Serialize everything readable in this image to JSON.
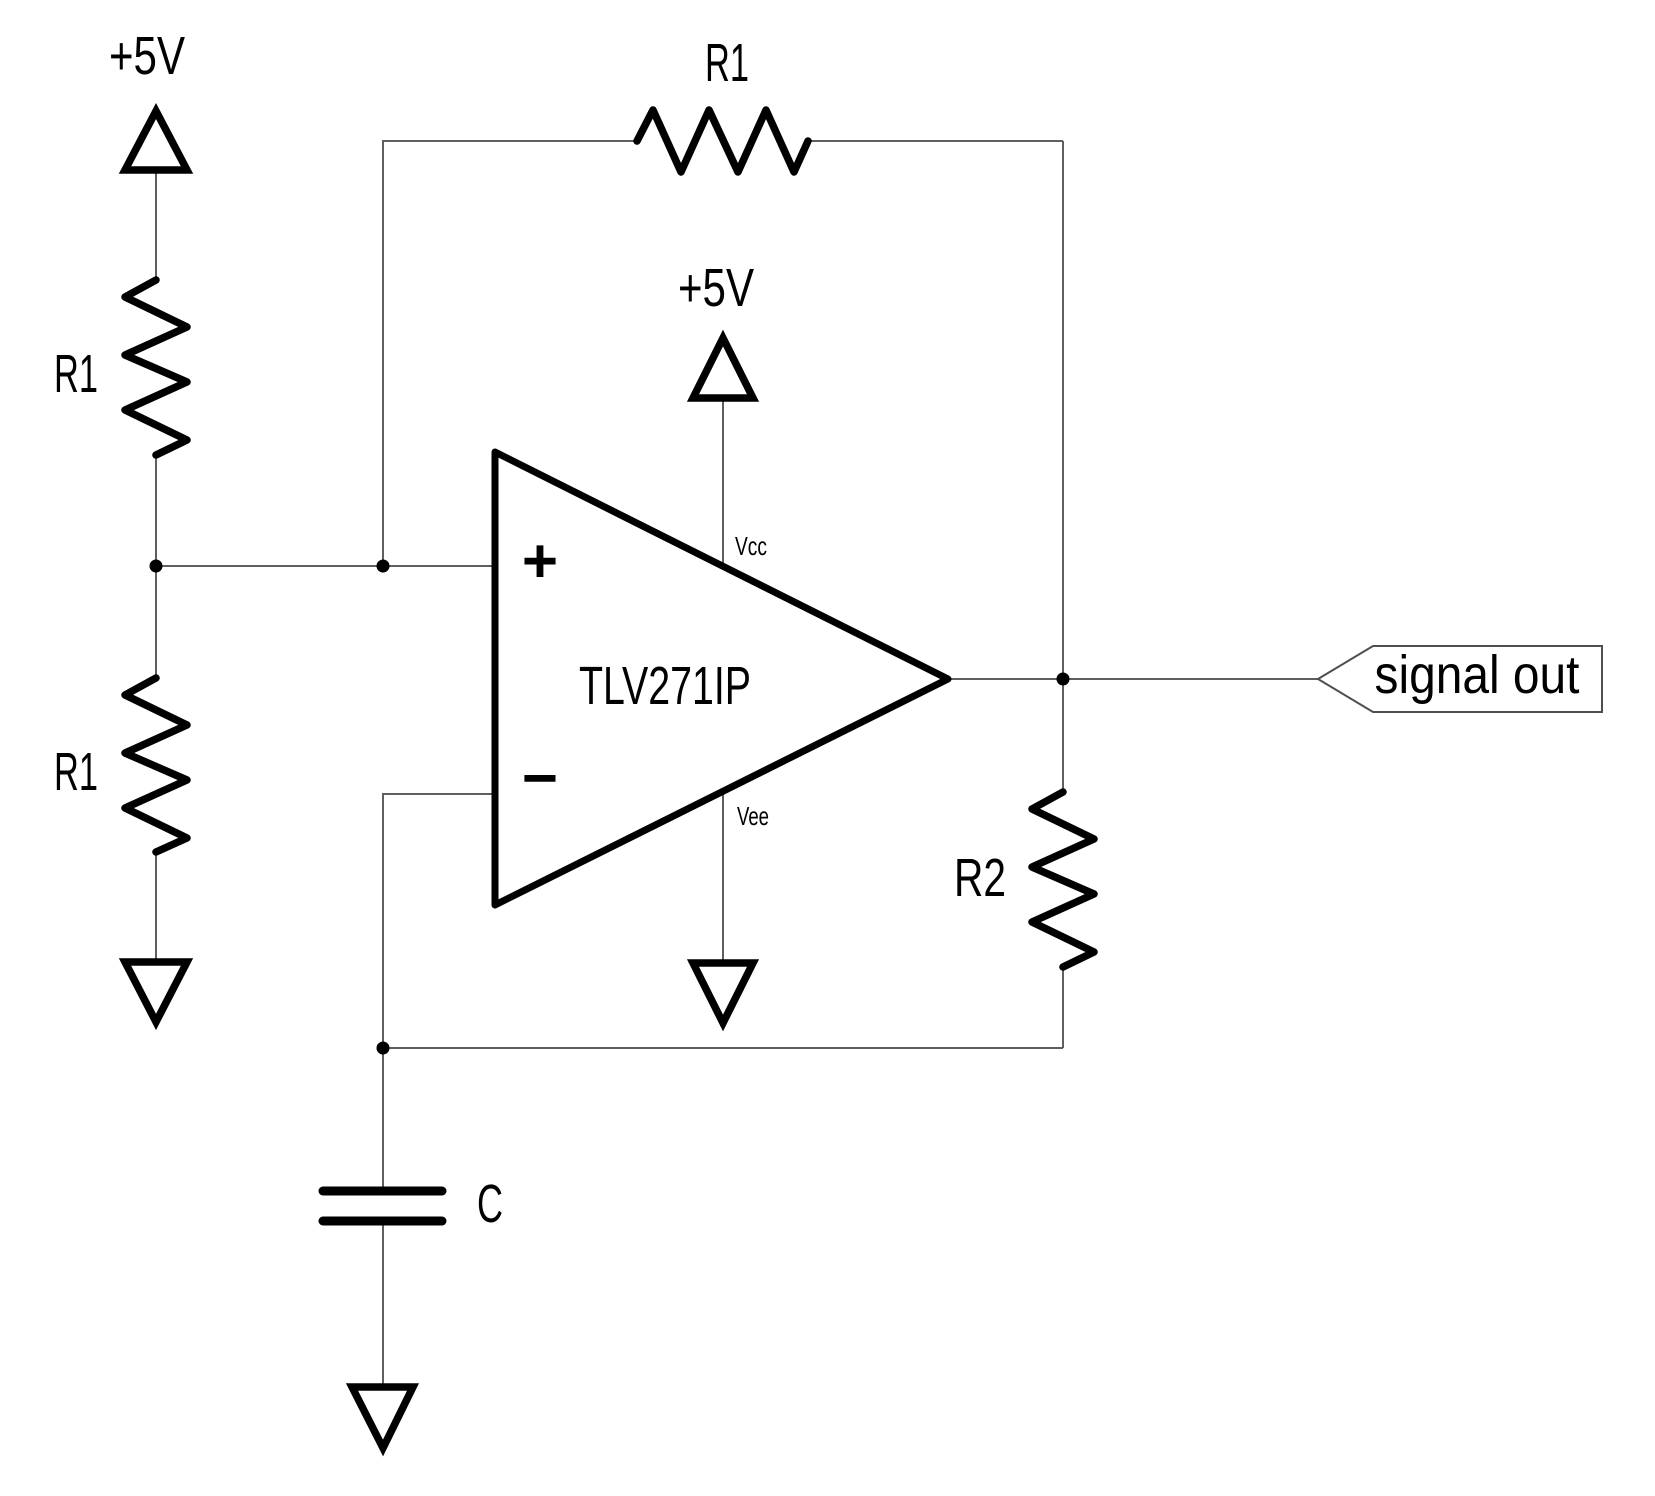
{
  "schematic": {
    "background": "#ffffff",
    "wire_color": "#5f5f5f",
    "component_color": "#000000",
    "power": {
      "left_supply_label": "+5V",
      "opamp_supply_label": "+5V"
    },
    "resistors": {
      "divider_top_label": "R1",
      "divider_bottom_label": "R1",
      "feedback_label": "R1",
      "output_label": "R2"
    },
    "capacitor": {
      "label": "C"
    },
    "opamp": {
      "part_number": "TLV271IP",
      "noninverting_input_label": "+",
      "inverting_input_label": "−",
      "vcc_pin_label": "Vcc",
      "vee_pin_label": "Vee"
    },
    "output_port": {
      "label": "signal out"
    }
  }
}
